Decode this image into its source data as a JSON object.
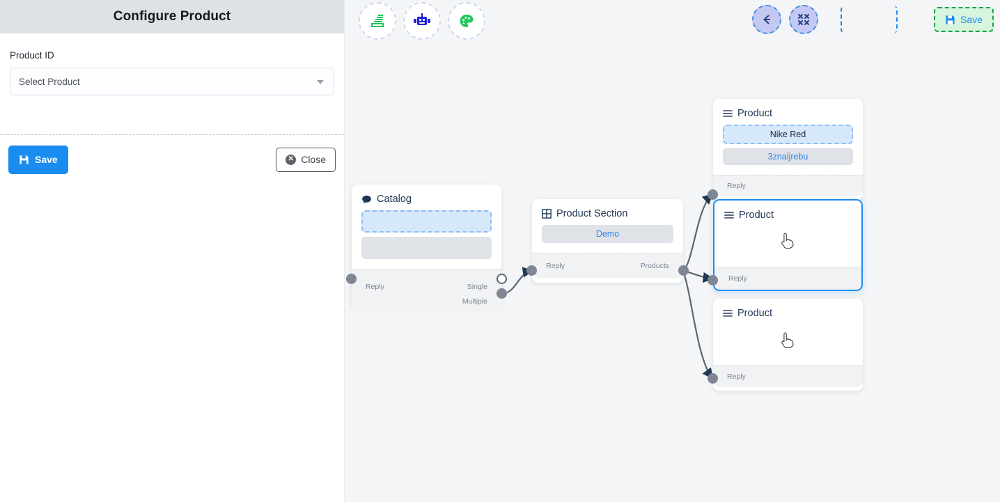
{
  "panel": {
    "title": "Configure Product",
    "field_label": "Product ID",
    "select_placeholder": "Select Product",
    "save_label": "Save",
    "close_label": "Close"
  },
  "toolbar": {
    "left_tools": [
      {
        "name": "stack-icon",
        "color": "#22c55e"
      },
      {
        "name": "robot-icon",
        "color": "#1f1fe0"
      },
      {
        "name": "palette-icon",
        "color": "#22c55e"
      }
    ],
    "back_label": "←",
    "collapse_label": "⤢",
    "save_label": "Save",
    "accent_blue": "#1a8cf0",
    "accent_green": "#16a34a",
    "nav_fill": "#c3c9f2"
  },
  "nodes": [
    {
      "id": "catalog",
      "title": "Catalog",
      "icon": "chat-bubble-icon",
      "blocks": [
        {
          "style": "blue",
          "text": ""
        },
        {
          "style": "gray",
          "text": ""
        }
      ],
      "ports": {
        "left": "Reply",
        "right_top": "Single",
        "right_bottom": "Multiple"
      }
    },
    {
      "id": "product-section",
      "title": "Product Section",
      "icon": "grid-icon",
      "blocks": [
        {
          "style": "gray",
          "text": "Demo"
        }
      ],
      "ports": {
        "left": "Reply",
        "right": "Products"
      }
    },
    {
      "id": "product-1",
      "title": "Product",
      "icon": "list-icon",
      "blocks": [
        {
          "style": "blue",
          "text": "Nike Red"
        },
        {
          "style": "gray",
          "text": "3znaljrebu"
        }
      ],
      "ports": {
        "left": "Reply"
      },
      "selected": false
    },
    {
      "id": "product-2",
      "title": "Product",
      "icon": "list-icon",
      "blocks": [],
      "ports": {
        "left": "Reply"
      },
      "selected": true
    },
    {
      "id": "product-3",
      "title": "Product",
      "icon": "list-icon",
      "blocks": [],
      "ports": {
        "left": "Reply"
      },
      "selected": false
    }
  ]
}
